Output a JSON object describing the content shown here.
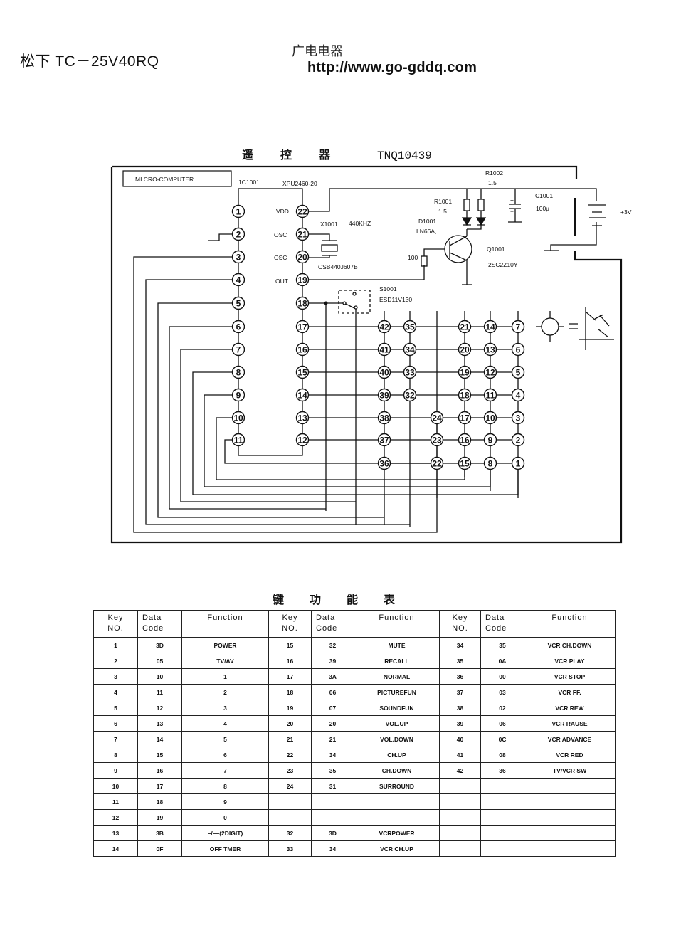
{
  "header": {
    "brand_model": "松下 TC－25V40RQ",
    "site_name_cn": "广电电器",
    "site_url": "http://www.go-gddq.com"
  },
  "schematic": {
    "title_chars": [
      "遥",
      "控",
      "器"
    ],
    "model": "TNQ10439",
    "labels": {
      "micro_computer": "MI CRO-COMPUTER",
      "ic_ref": "1C1001",
      "ic_part": "XPU2460-20",
      "vdd": "VDD",
      "osc1": "OSC",
      "osc2": "OSC",
      "out": "OUT",
      "crystal_ref": "X1001",
      "crystal_freq": "440KHZ",
      "crystal_part": "CSB440J607B",
      "switch_ref": "S1001",
      "switch_part": "ESD11V130",
      "r1002": "R1002",
      "r1002_val": "1.5",
      "r1001": "R1001",
      "r1001_val": "1.5",
      "d1001": "D1001",
      "d1001_part": "LN66A,",
      "c1001": "C1001",
      "c1001_val": "100µ",
      "r_base": "100",
      "q1001": "Q1001",
      "q1001_part": "2SC2Z10Y",
      "supply": "+3V",
      "cap_plus": "+",
      "cap_minus": "−"
    },
    "ic_left_pins": [
      "1",
      "2",
      "3",
      "4",
      "5",
      "6",
      "7",
      "8",
      "9",
      "10",
      "11"
    ],
    "ic_right_pins": [
      "22",
      "21",
      "20",
      "19",
      "18",
      "17",
      "16",
      "15",
      "14",
      "13",
      "12"
    ],
    "key_matrix_rows": [
      [
        "42",
        "35",
        "21",
        "14",
        "7"
      ],
      [
        "41",
        "34",
        "20",
        "13",
        "6"
      ],
      [
        "40",
        "33",
        "19",
        "12",
        "5"
      ],
      [
        "39",
        "32",
        "18",
        "11",
        "4"
      ],
      [
        "38",
        "24",
        "17",
        "10",
        "3"
      ],
      [
        "37",
        "23",
        "16",
        "9",
        "2"
      ],
      [
        "36",
        "22",
        "15",
        "8",
        "1"
      ]
    ]
  },
  "table": {
    "title_chars": [
      "键",
      "功",
      "能",
      "表"
    ],
    "headers": {
      "key_no_1": "Key",
      "key_no_2": "NO.",
      "data_code_1": "Data",
      "data_code_2": "Code",
      "function": "Function"
    },
    "rows": [
      [
        [
          "1",
          "3D",
          "POWER"
        ],
        [
          "15",
          "32",
          "MUTE"
        ],
        [
          "34",
          "35",
          "VCR CH.DOWN"
        ]
      ],
      [
        [
          "2",
          "05",
          "TV/AV"
        ],
        [
          "16",
          "39",
          "RECALL"
        ],
        [
          "35",
          "0A",
          "VCR PLAY"
        ]
      ],
      [
        [
          "3",
          "10",
          "1"
        ],
        [
          "17",
          "3A",
          "NORMAL"
        ],
        [
          "36",
          "00",
          "VCR STOP"
        ]
      ],
      [
        [
          "4",
          "11",
          "2"
        ],
        [
          "18",
          "06",
          "PICTUREFUN"
        ],
        [
          "37",
          "03",
          "VCR FF."
        ]
      ],
      [
        [
          "5",
          "12",
          "3"
        ],
        [
          "19",
          "07",
          "SOUNDFUN"
        ],
        [
          "38",
          "02",
          "VCR REW"
        ]
      ],
      [
        [
          "6",
          "13",
          "4"
        ],
        [
          "20",
          "20",
          "VOL.UP"
        ],
        [
          "39",
          "06",
          "VCR RAUSE"
        ]
      ],
      [
        [
          "7",
          "14",
          "5"
        ],
        [
          "21",
          "21",
          "VOL.DOWN"
        ],
        [
          "40",
          "0C",
          "VCR ADVANCE"
        ]
      ],
      [
        [
          "8",
          "15",
          "6"
        ],
        [
          "22",
          "34",
          "CH.UP"
        ],
        [
          "41",
          "08",
          "VCR RED"
        ]
      ],
      [
        [
          "9",
          "16",
          "7"
        ],
        [
          "23",
          "35",
          "CH.DOWN"
        ],
        [
          "42",
          "36",
          "TV/VCR SW"
        ]
      ],
      [
        [
          "10",
          "17",
          "8"
        ],
        [
          "24",
          "31",
          "SURROUND"
        ],
        [
          "",
          "",
          ""
        ]
      ],
      [
        [
          "11",
          "18",
          "9"
        ],
        [
          "",
          "",
          ""
        ],
        [
          "",
          "",
          ""
        ]
      ],
      [
        [
          "12",
          "19",
          "0"
        ],
        [
          "",
          "",
          ""
        ],
        [
          "",
          "",
          ""
        ]
      ],
      [
        [
          "13",
          "3B",
          "–/––(2DIGIT)"
        ],
        [
          "32",
          "3D",
          "VCRPOWER"
        ],
        [
          "",
          "",
          ""
        ]
      ],
      [
        [
          "14",
          "0F",
          "OFF TMER"
        ],
        [
          "33",
          "34",
          "VCR CH.UP"
        ],
        [
          "",
          "",
          ""
        ]
      ]
    ]
  }
}
